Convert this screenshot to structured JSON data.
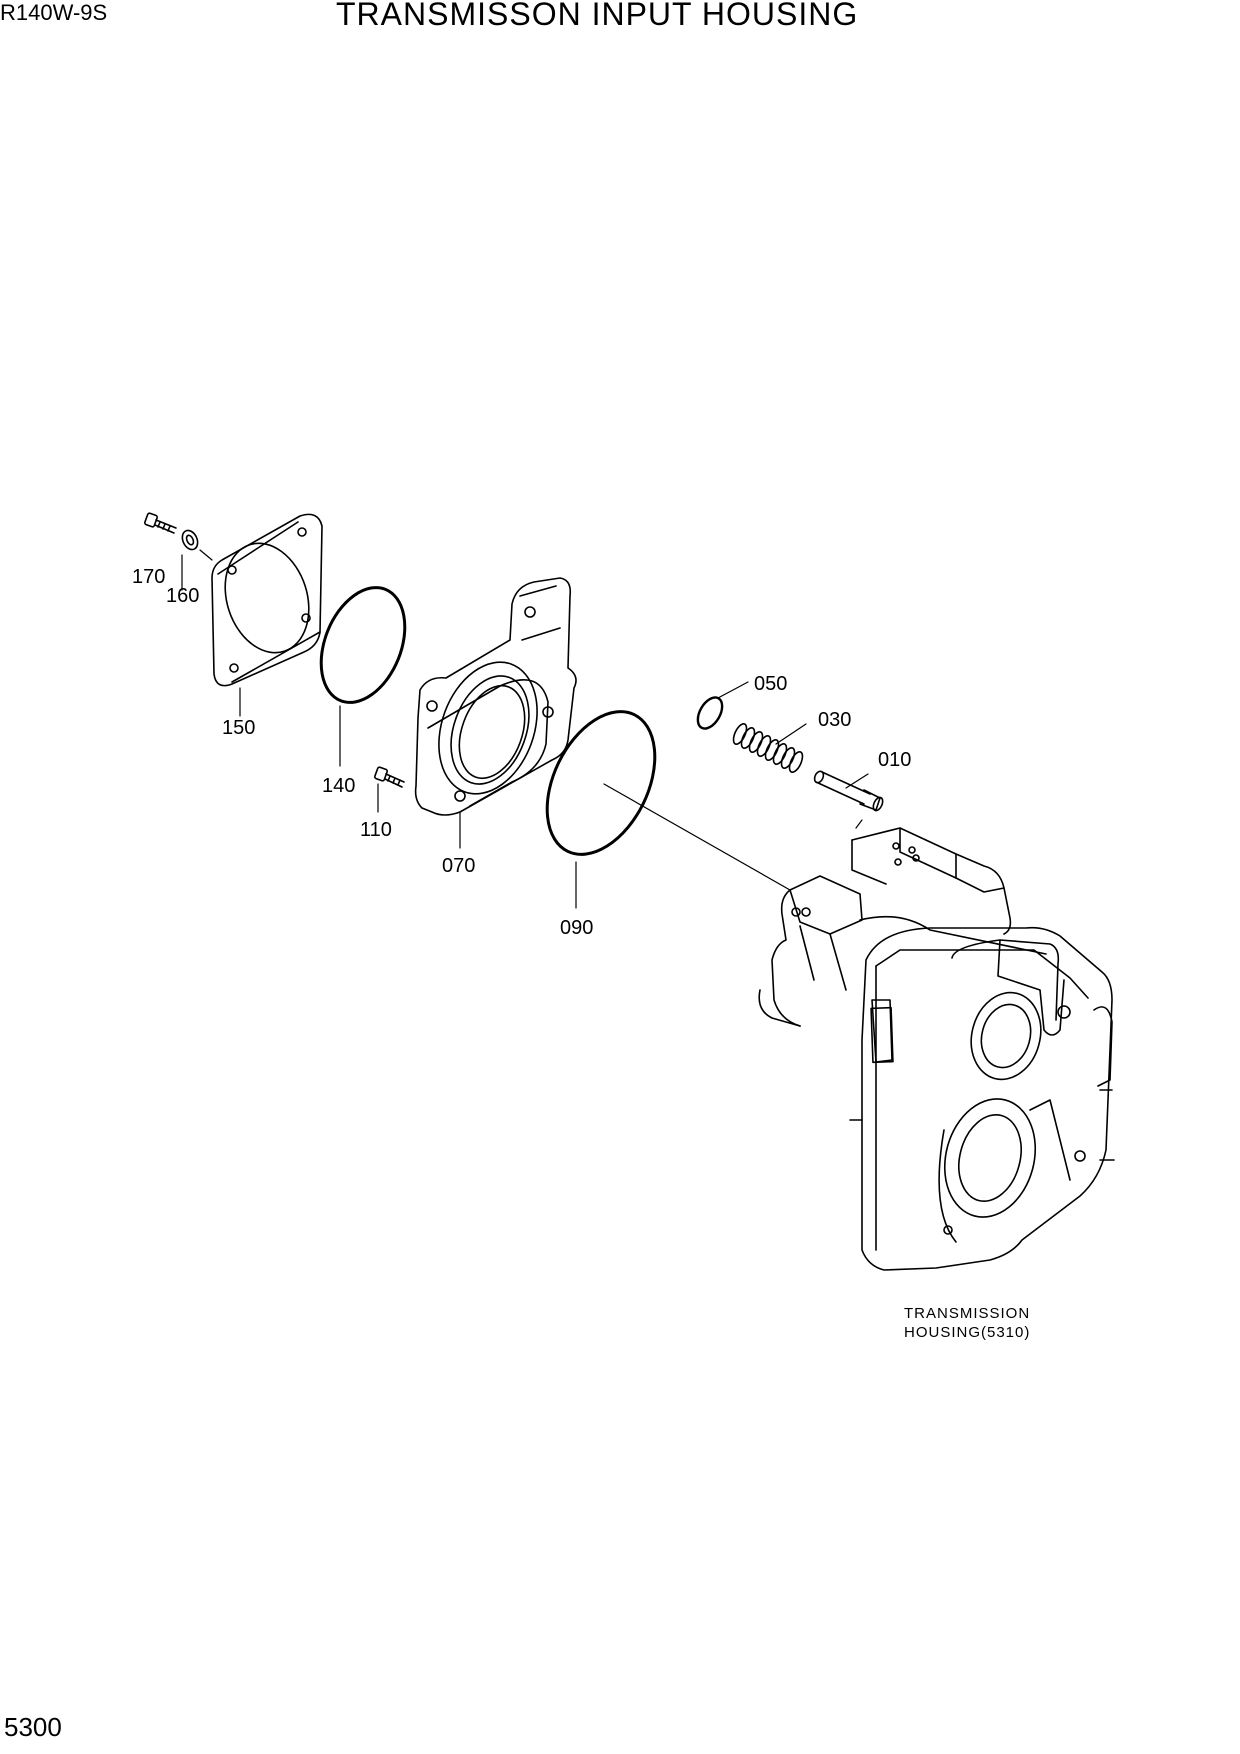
{
  "header": {
    "model": "R140W-9S",
    "title": "TRANSMISSON INPUT HOUSING"
  },
  "footer": {
    "page_number": "5300"
  },
  "diagram": {
    "part_labels": [
      {
        "id": "p170",
        "label": "170"
      },
      {
        "id": "p160",
        "label": "160"
      },
      {
        "id": "p150",
        "label": "150"
      },
      {
        "id": "p140",
        "label": "140"
      },
      {
        "id": "p110",
        "label": "110"
      },
      {
        "id": "p070",
        "label": "070"
      },
      {
        "id": "p090",
        "label": "090"
      },
      {
        "id": "p050",
        "label": "050"
      },
      {
        "id": "p030",
        "label": "030"
      },
      {
        "id": "p010",
        "label": "010"
      }
    ],
    "reference_note": {
      "line1": "TRANSMISSION",
      "line2": "HOUSING(5310)"
    }
  }
}
